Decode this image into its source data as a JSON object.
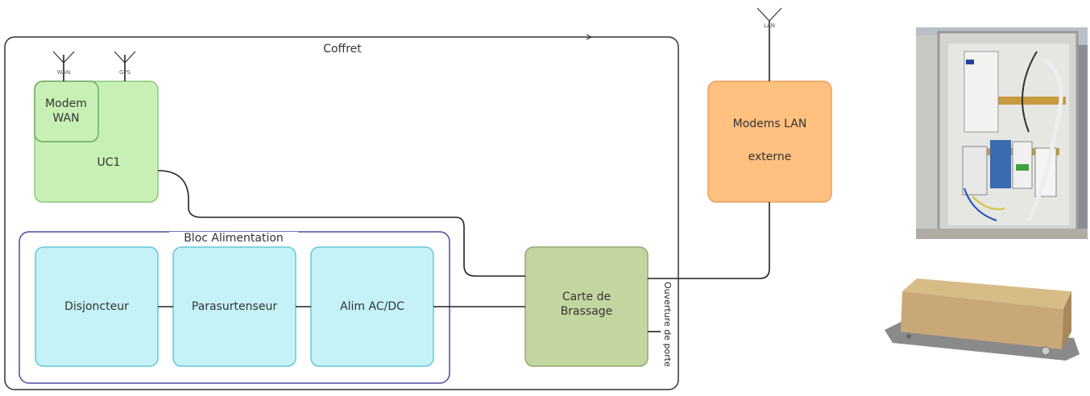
{
  "diagram": {
    "coffret_label": "Coffret",
    "bloc_label": "Bloc Alimentation",
    "modem_wan_label": "Modem\nWAN",
    "uc1_label": "UC1",
    "disjoncteur_label": "Disjoncteur",
    "parasurtenseur_label": "Parasurtenseur",
    "alim_label": "Alim AC/DC",
    "carte_label": "Carte de\nBrassage",
    "modems_lan_line1": "Modems LAN",
    "modems_lan_line2": "externe",
    "ouverture_label": "Ouverture de porte",
    "antenna_wan_label": "WAN",
    "antenna_gps_label": "GPS",
    "antenna_lan_label": "LAN"
  },
  "colors": {
    "green_fill": "#c8f0b4",
    "green_stroke": "#8cc878",
    "cyan_fill": "#c4f2f6",
    "cyan_stroke": "#64c8d8",
    "olive_fill": "#c4d6a0",
    "olive_stroke": "#94a870",
    "orange_fill": "#ffc080",
    "orange_stroke": "#e8a060",
    "bloc_stroke": "#4a4aa0"
  }
}
